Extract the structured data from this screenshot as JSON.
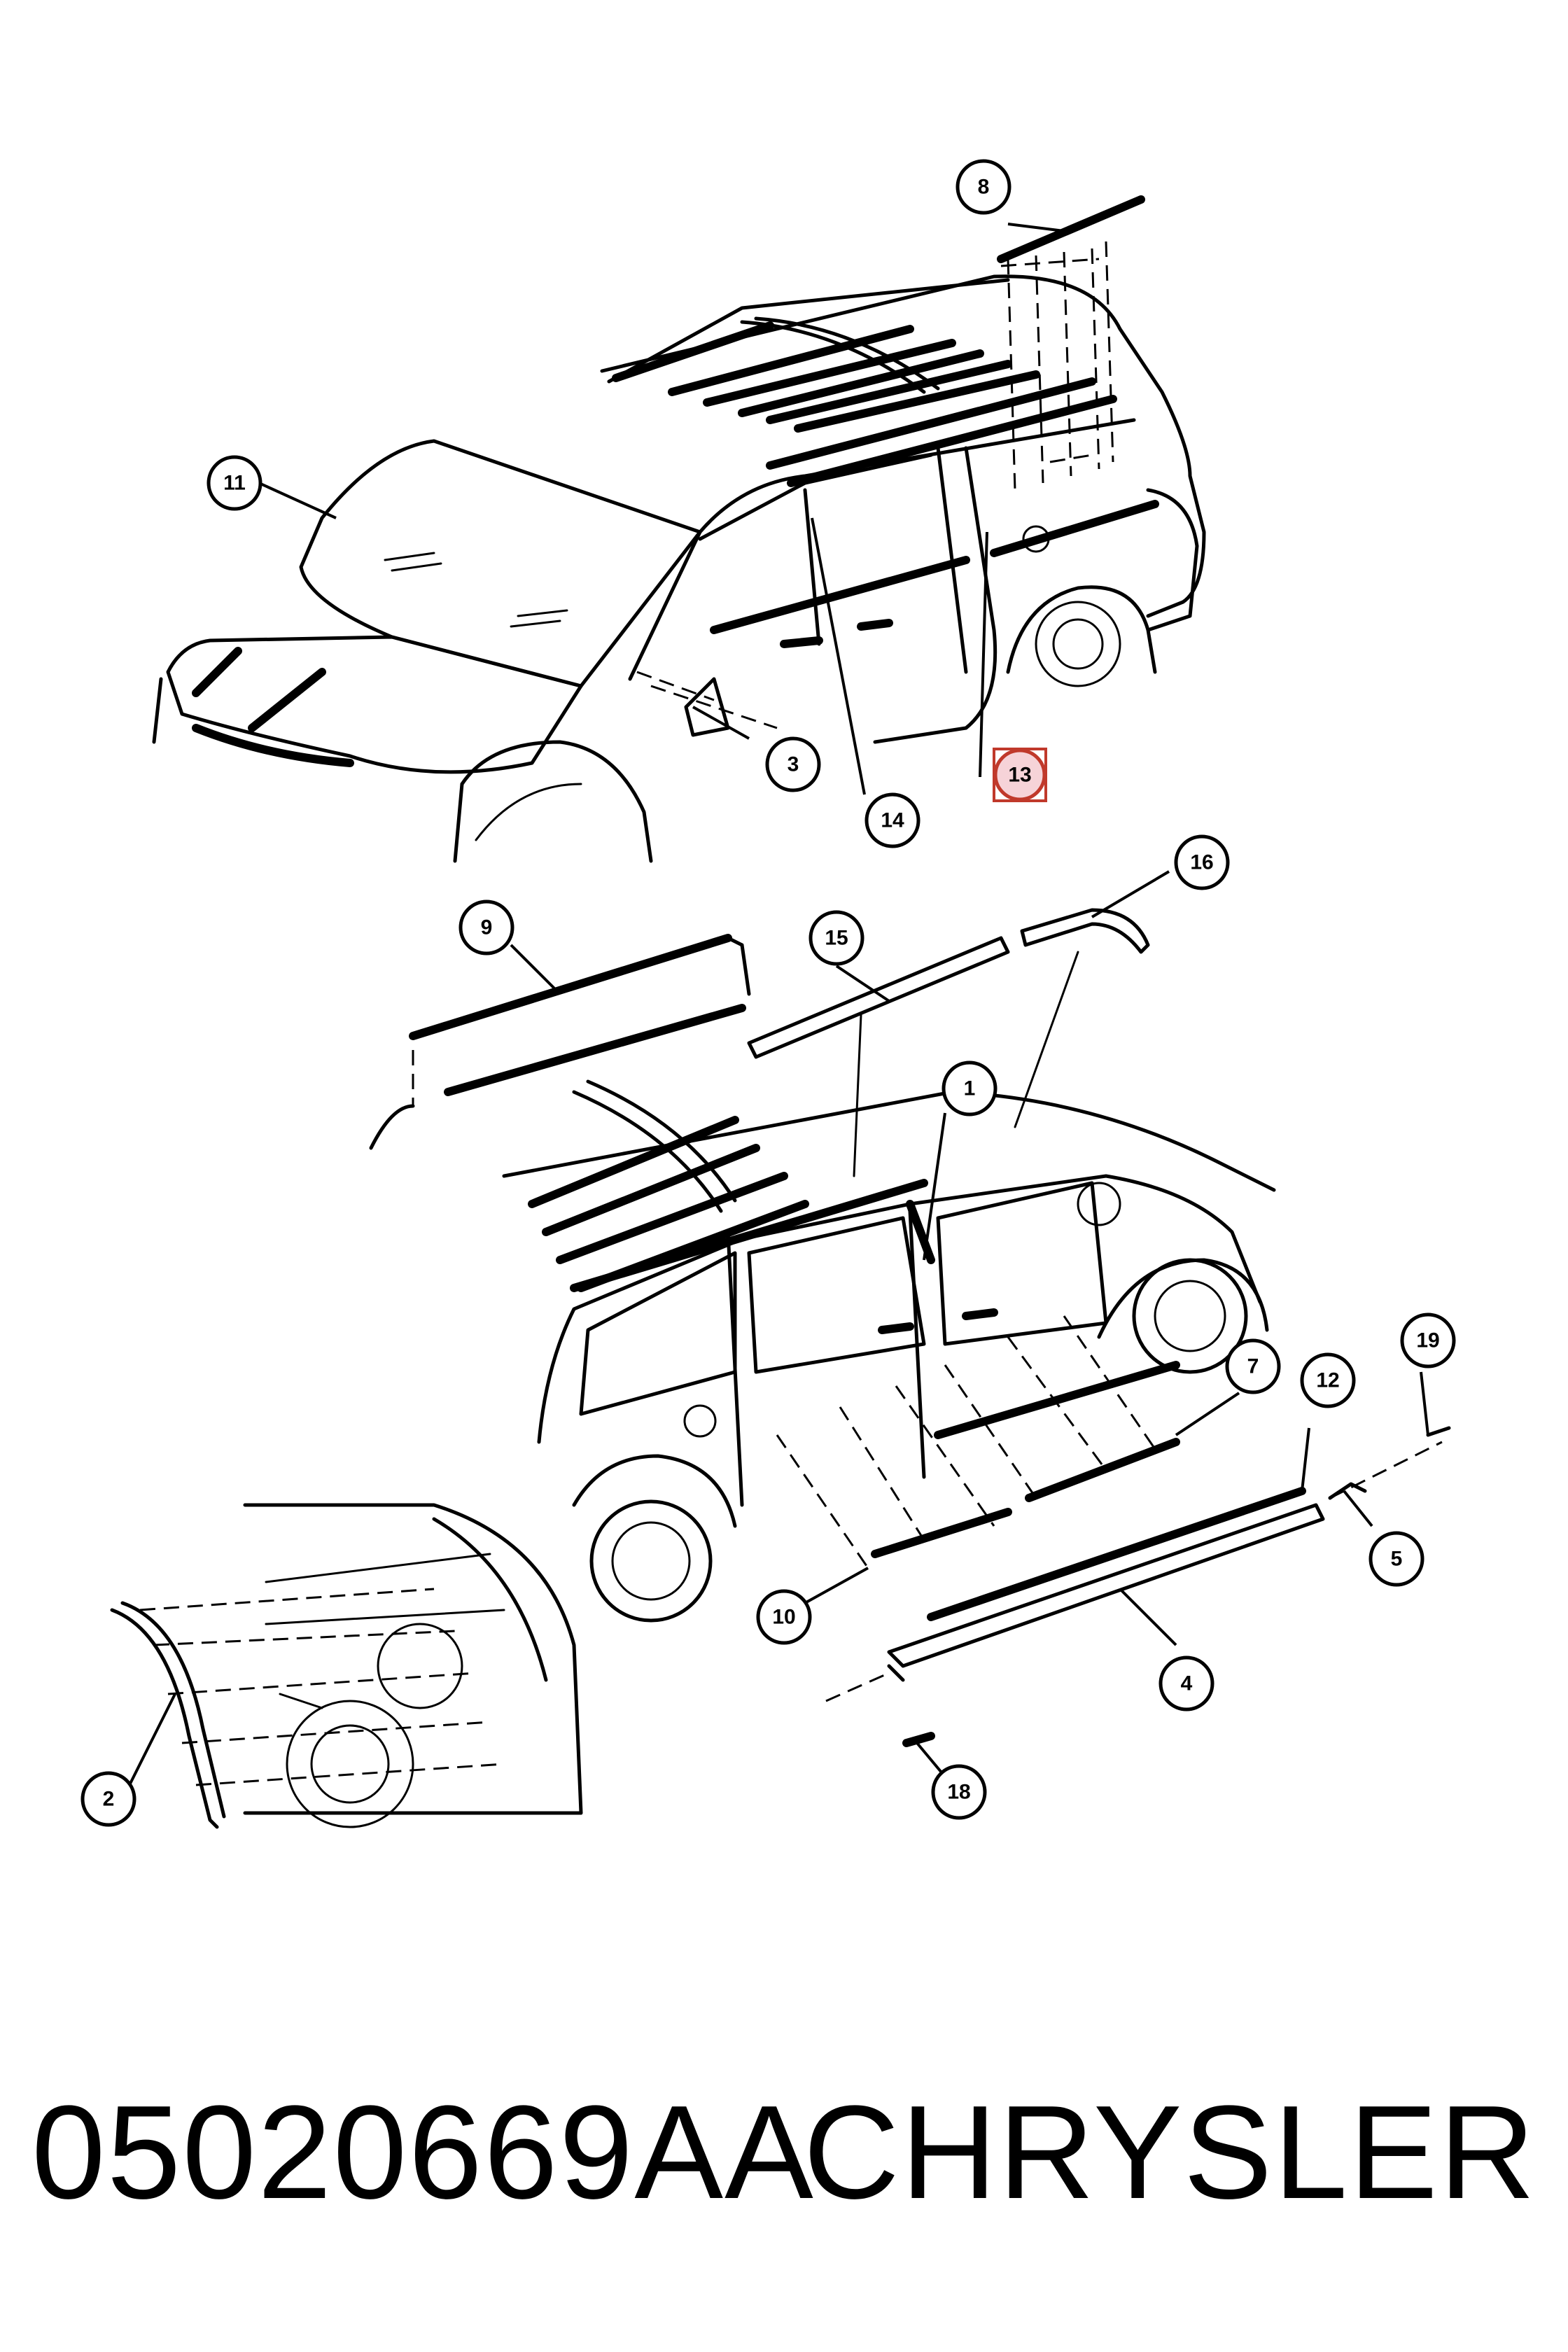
{
  "caption": {
    "part_number": "05020669AA",
    "brand": "CHRYSLER"
  },
  "callouts": [
    {
      "id": "callout-8",
      "label": "8",
      "highlight": false
    },
    {
      "id": "callout-11",
      "label": "11",
      "highlight": false
    },
    {
      "id": "callout-3",
      "label": "3",
      "highlight": false
    },
    {
      "id": "callout-13",
      "label": "13",
      "highlight": true
    },
    {
      "id": "callout-14",
      "label": "14",
      "highlight": false
    },
    {
      "id": "callout-16",
      "label": "16",
      "highlight": false
    },
    {
      "id": "callout-9",
      "label": "9",
      "highlight": false
    },
    {
      "id": "callout-15",
      "label": "15",
      "highlight": false
    },
    {
      "id": "callout-1",
      "label": "1",
      "highlight": false
    },
    {
      "id": "callout-19",
      "label": "19",
      "highlight": false
    },
    {
      "id": "callout-7",
      "label": "7",
      "highlight": false
    },
    {
      "id": "callout-12",
      "label": "12",
      "highlight": false
    },
    {
      "id": "callout-5",
      "label": "5",
      "highlight": false
    },
    {
      "id": "callout-10",
      "label": "10",
      "highlight": false
    },
    {
      "id": "callout-4",
      "label": "4",
      "highlight": false
    },
    {
      "id": "callout-2",
      "label": "2",
      "highlight": false
    },
    {
      "id": "callout-18",
      "label": "18",
      "highlight": false
    }
  ]
}
